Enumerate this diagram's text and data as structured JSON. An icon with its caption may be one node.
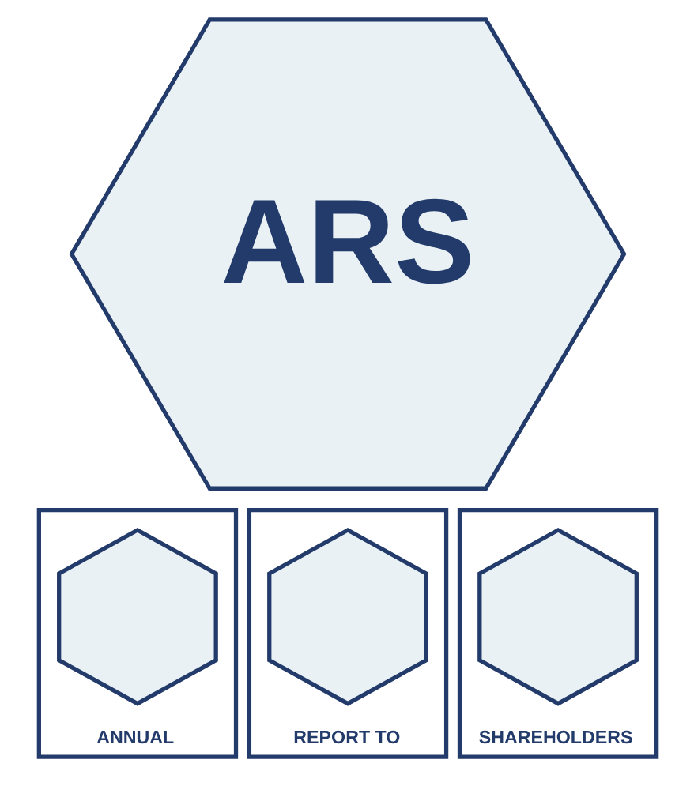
{
  "diagram": {
    "nodes": [
      {
        "text": [
          "ARS"
        ]
      },
      {
        "text": [
          "ANNUAL"
        ]
      },
      {
        "text": [],
        "shape": "hexagon",
        "in": 1
      },
      {
        "text": [
          "REPORT TO"
        ]
      },
      {
        "text": [],
        "shape": "hexagon",
        "in": 3
      },
      {
        "text": [
          "SHAREHOLDERS"
        ]
      },
      {
        "text": [],
        "shape": "hexagon",
        "in": 5
      }
    ]
  }
}
